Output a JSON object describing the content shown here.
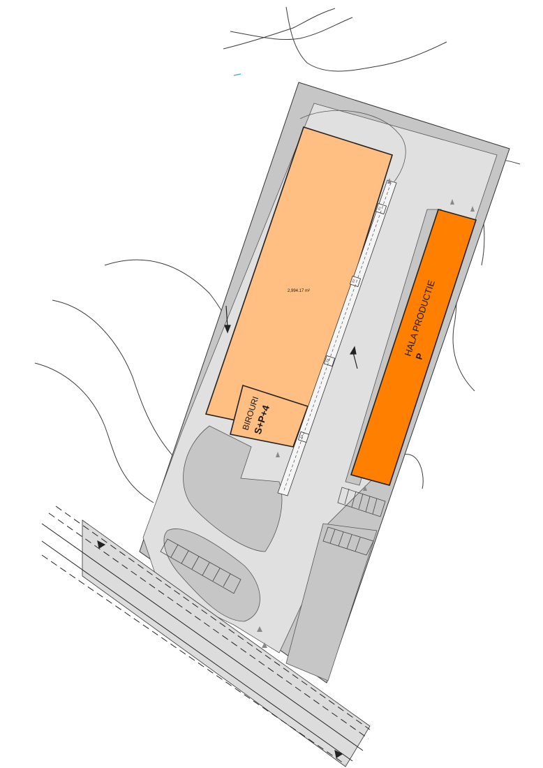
{
  "plan": {
    "main_building_area": "2,994.17 m²",
    "office_name": "BIROURI",
    "office_levels": "S+P+4",
    "production_name": "HALA PRODUCTIE",
    "production_levels": "P",
    "entrance_marks": [
      "E1",
      "E2",
      "E3",
      "E4"
    ]
  },
  "colors": {
    "building_light": "#FFBE82",
    "building_dark": "#FF7F00",
    "site_dark": "#C6C6C6",
    "site_light": "#E0E0E0",
    "road": "#DCDCDC",
    "lines": "#1a1a1a"
  }
}
